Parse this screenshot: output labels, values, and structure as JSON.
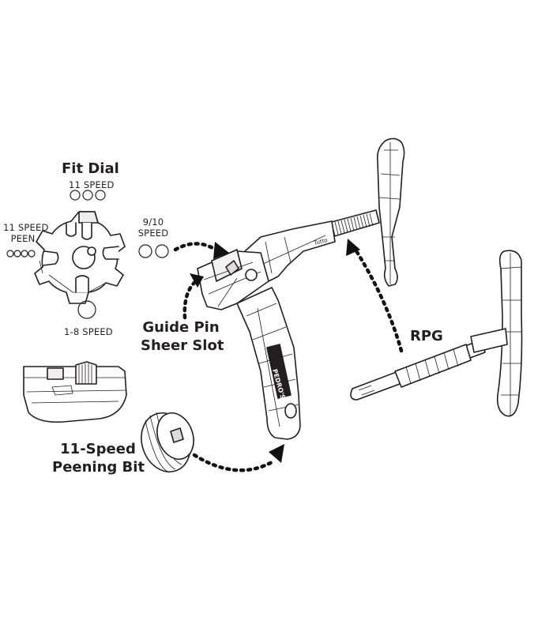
{
  "labels": {
    "fit_dial": "Fit Dial",
    "speed_11": "11 SPEED",
    "speed_11_peen_line1": "11 SPEED",
    "speed_11_peen_line2": "PEEN",
    "speed_9_10_line1": "9/10",
    "speed_9_10_line2": "SPEED",
    "speed_1_8": "1-8 SPEED",
    "guide_pin_line1": "Guide Pin",
    "guide_pin_line2": "Sheer Slot",
    "peening_bit_line1": "11-Speed",
    "peening_bit_line2": "Peening Bit",
    "rpg": "RPG"
  },
  "tool_text": {
    "brand": "PEDRO'S",
    "model": "Tutto"
  },
  "icons": [
    "fit-dial-icon",
    "chain-tool-icon",
    "rpg-tool-icon",
    "peening-bit-icon",
    "guide-pin-detail-icon"
  ],
  "colors": {
    "line": "#231f20",
    "arrow": "#111111",
    "background": "#ffffff"
  }
}
